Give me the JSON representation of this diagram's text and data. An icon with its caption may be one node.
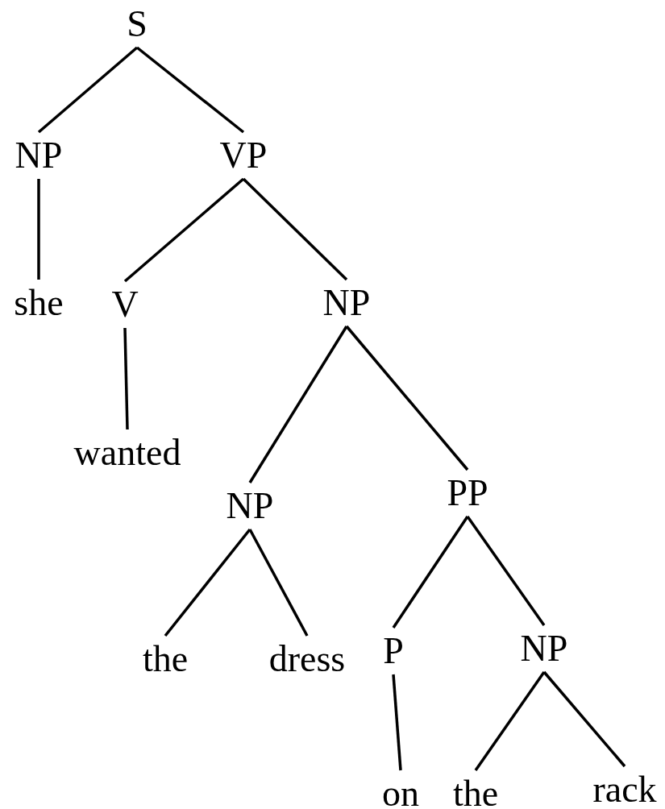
{
  "diagram": {
    "nodes": [
      {
        "text": [
          "S"
        ]
      },
      {
        "text": [
          "NP"
        ]
      },
      {
        "text": [
          "VP"
        ]
      },
      {
        "text": [
          "she"
        ]
      },
      {
        "text": [
          "V"
        ]
      },
      {
        "text": [
          "NP"
        ]
      },
      {
        "text": [
          "wanted"
        ]
      },
      {
        "text": [
          "NP"
        ]
      },
      {
        "text": [
          "PP"
        ]
      },
      {
        "text": [
          "the"
        ]
      },
      {
        "text": [
          "dress"
        ]
      },
      {
        "text": [
          "P"
        ]
      },
      {
        "text": [
          "NP"
        ]
      },
      {
        "text": [
          "on"
        ]
      },
      {
        "text": [
          "the"
        ]
      },
      {
        "text": [
          "rack"
        ]
      }
    ],
    "edges": [
      {
        "from": 0,
        "to": 1,
        "arrow": "none"
      },
      {
        "from": 0,
        "to": 2,
        "arrow": "none"
      },
      {
        "from": 1,
        "to": 3,
        "arrow": "none"
      },
      {
        "from": 2,
        "to": 4,
        "arrow": "none"
      },
      {
        "from": 2,
        "to": 5,
        "arrow": "none"
      },
      {
        "from": 4,
        "to": 6,
        "arrow": "none"
      },
      {
        "from": 5,
        "to": 7,
        "arrow": "none"
      },
      {
        "from": 5,
        "to": 8,
        "arrow": "none"
      },
      {
        "from": 7,
        "to": 9,
        "arrow": "none"
      },
      {
        "from": 7,
        "to": 10,
        "arrow": "none"
      },
      {
        "from": 8,
        "to": 11,
        "arrow": "none"
      },
      {
        "from": 8,
        "to": 12,
        "arrow": "none"
      },
      {
        "from": 11,
        "to": 13,
        "arrow": "none"
      },
      {
        "from": 12,
        "to": 14,
        "arrow": "none"
      },
      {
        "from": 12,
        "to": 15,
        "arrow": "none"
      }
    ]
  }
}
